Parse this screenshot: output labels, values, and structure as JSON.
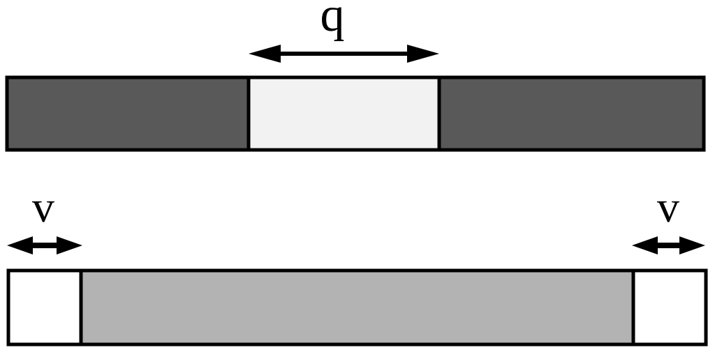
{
  "labels": {
    "q": "q",
    "v_left": "v",
    "v_right": "v"
  },
  "colors": {
    "outline": "#000000",
    "background": "#ffffff",
    "top_bar_dark": "#595959",
    "top_bar_light": "#f2f2f2",
    "bottom_bar_gray": "#b3b3b3",
    "bottom_bar_white": "#ffffff"
  }
}
